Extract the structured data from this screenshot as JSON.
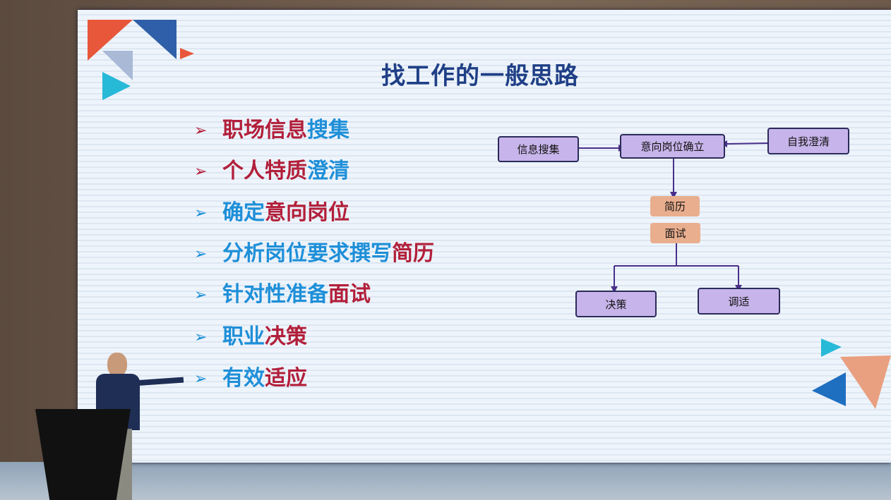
{
  "slide": {
    "title": "找工作的一般思路",
    "bullets": [
      {
        "parts": [
          {
            "text": "职场信息",
            "color": "red"
          },
          {
            "text": "搜集",
            "color": "blue"
          }
        ],
        "arrow": "red"
      },
      {
        "parts": [
          {
            "text": "个人特质",
            "color": "red"
          },
          {
            "text": "澄清",
            "color": "blue"
          }
        ],
        "arrow": "red"
      },
      {
        "parts": [
          {
            "text": "确定",
            "color": "blue"
          },
          {
            "text": "意向岗位",
            "color": "red"
          }
        ],
        "arrow": "blue"
      },
      {
        "parts": [
          {
            "text": "分析岗位要求撰写",
            "color": "blue"
          },
          {
            "text": "简历",
            "color": "red"
          }
        ],
        "arrow": "blue"
      },
      {
        "parts": [
          {
            "text": "针对性准备",
            "color": "blue"
          },
          {
            "text": "面试",
            "color": "red"
          }
        ],
        "arrow": "blue"
      },
      {
        "parts": [
          {
            "text": "职业",
            "color": "blue"
          },
          {
            "text": "决策",
            "color": "red"
          }
        ],
        "arrow": "blue"
      },
      {
        "parts": [
          {
            "text": "有效",
            "color": "blue"
          },
          {
            "text": "适应",
            "color": "red"
          }
        ],
        "arrow": "blue"
      }
    ],
    "arrow_glyph": "➢",
    "diagram": {
      "info": "信息搜集",
      "target": "意向岗位确立",
      "self": "自我澄清",
      "resume": "简历",
      "interview": "面试",
      "decision": "决策",
      "adapt": "调适"
    },
    "colors": {
      "red": "#b21f3a",
      "blue": "#1e8fd8",
      "title": "#1f3f86"
    }
  }
}
